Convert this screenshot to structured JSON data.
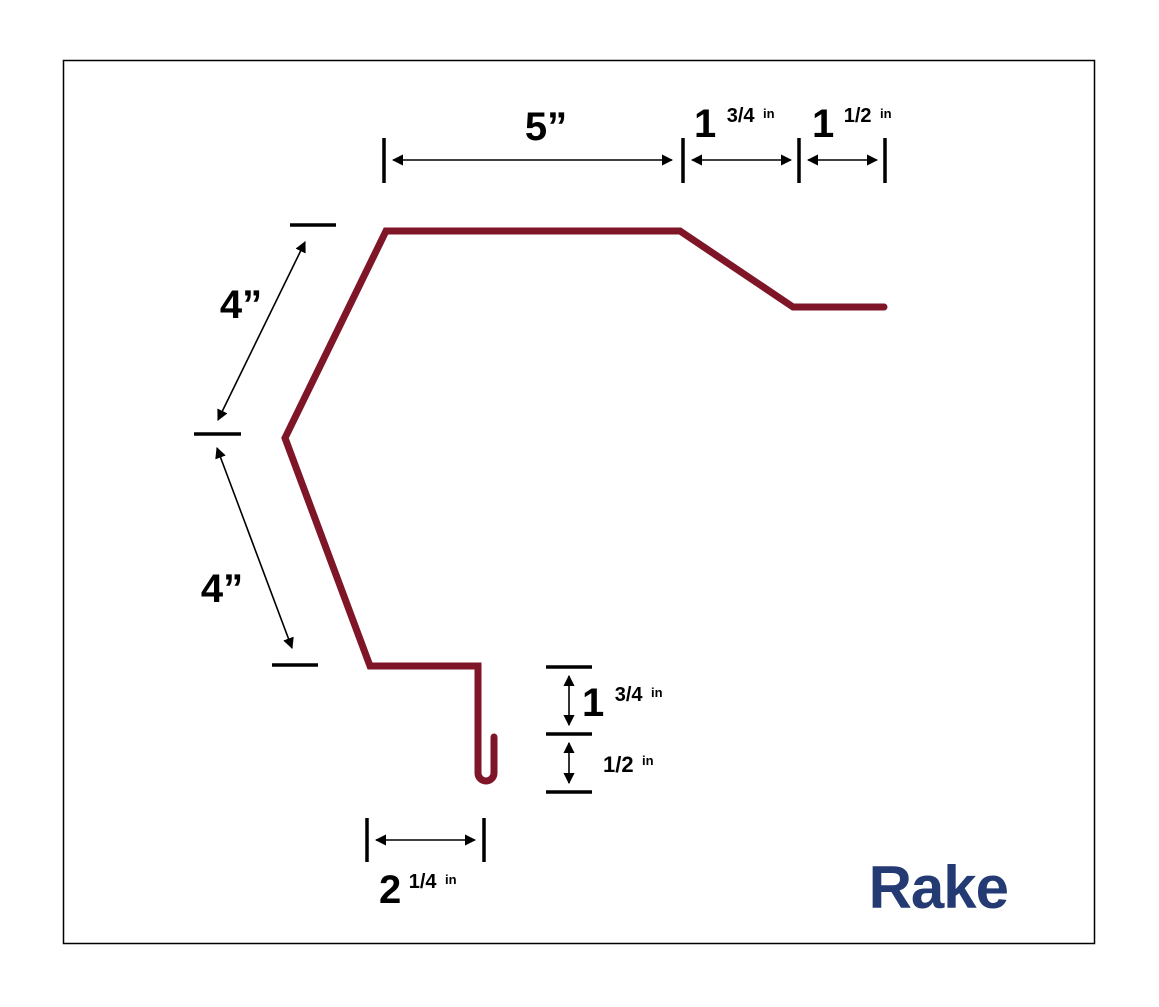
{
  "title": "Rake",
  "colors": {
    "profile": "#7e1628",
    "title": "#243a73",
    "dimension": "#000000",
    "frame": "#000000"
  },
  "dimensions": {
    "top_flat": "5”",
    "top_slope_whole": "1",
    "top_slope_fraction": "3/4",
    "top_slope_unit": "in",
    "top_end_whole": "1",
    "top_end_fraction": "1/2",
    "top_end_unit": "in",
    "upper_face": "4”",
    "lower_face": "4”",
    "drip_leg_whole": "1",
    "drip_leg_fraction": "3/4",
    "drip_leg_unit": "in",
    "hem_fraction": "1/2",
    "hem_unit": "in",
    "bottom_flat_whole": "2",
    "bottom_flat_fraction": "1/4",
    "bottom_flat_unit": "in"
  }
}
